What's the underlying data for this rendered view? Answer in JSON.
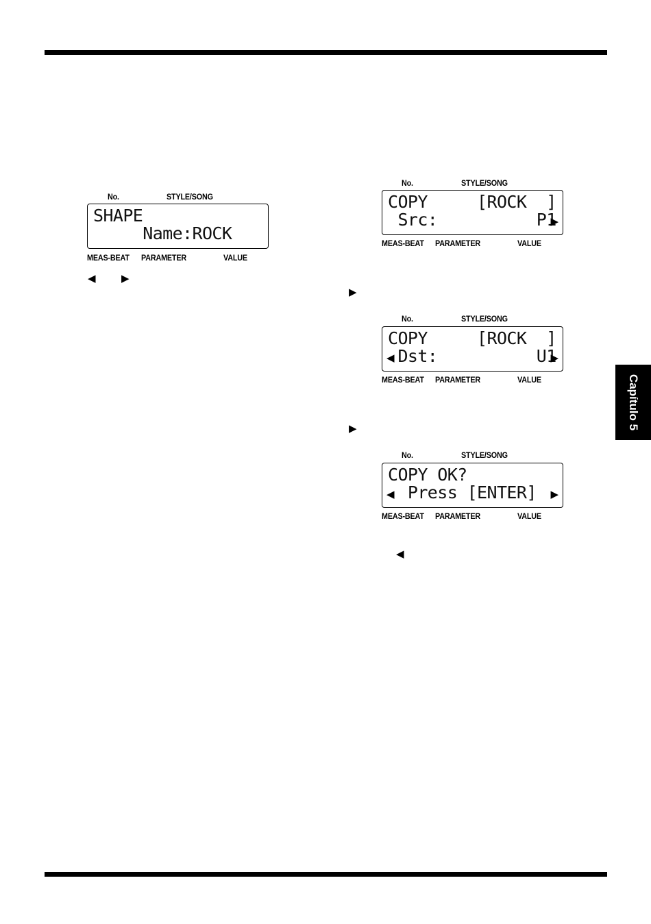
{
  "chapter_tab": "Capítulo 5",
  "displays": [
    {
      "top_left": "No.",
      "top_right": "STYLE/SONG",
      "line1": "SHAPE",
      "line2": "     Name:ROCK",
      "bottom_left": "MEAS-BEAT",
      "bottom_mid": "PARAMETER",
      "bottom_right": "VALUE"
    },
    {
      "top_left": "No.",
      "top_right": "STYLE/SONG",
      "line1": "COPY     [ROCK  ]",
      "line2": " Src:          P1",
      "bottom_left": "MEAS-BEAT",
      "bottom_mid": "PARAMETER",
      "bottom_right": "VALUE"
    },
    {
      "top_left": "No.",
      "top_right": "STYLE/SONG",
      "line1": "COPY     [ROCK  ]",
      "line2": " Dst:          U1",
      "bottom_left": "MEAS-BEAT",
      "bottom_mid": "PARAMETER",
      "bottom_right": "VALUE"
    },
    {
      "top_left": "No.",
      "top_right": "STYLE/SONG",
      "line1": "COPY OK?",
      "line2": "  Press [ENTER]",
      "bottom_left": "MEAS-BEAT",
      "bottom_mid": "PARAMETER",
      "bottom_right": "VALUE"
    }
  ],
  "icons": {
    "left_triangle": "◀",
    "right_triangle": "▶",
    "lcd_right_arrow": "▶",
    "lcd_left_arrow": "◀"
  }
}
